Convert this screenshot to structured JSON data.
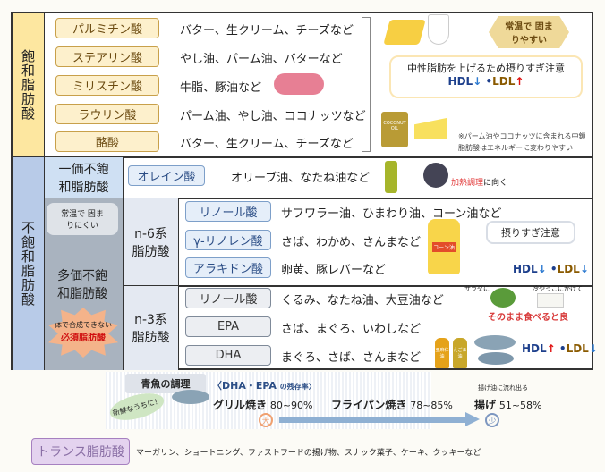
{
  "saturated": {
    "label": "飽和脂肪酸",
    "items": [
      {
        "name": "パルミチン酸",
        "sources": "バター、生クリーム、チーズなど"
      },
      {
        "name": "ステアリン酸",
        "sources": "やし油、パーム油、バターなど"
      },
      {
        "name": "ミリスチン酸",
        "sources": "牛脂、豚油など"
      },
      {
        "name": "ラウリン酸",
        "sources": "パーム油、やし油、ココナッツなど"
      },
      {
        "name": "酪酸",
        "sources": "バター、生クリーム、チーズなど"
      }
    ],
    "badge": "常温で 固まりやすい",
    "warning": "中性脂肪を上げるため摂りすぎ注意",
    "hdl": "HDL",
    "ldl": "LDL",
    "hdl_arrow": "↓",
    "ldl_arrow": "↑",
    "dot": "•",
    "note": "※パーム油やココナッツに含まれる中鎖脂肪酸はエネルギーに変わりやすい",
    "coconut_label": "COCONUT OIL"
  },
  "unsaturated": {
    "label": "不飽和脂肪酸",
    "mono": {
      "label": "一価不飽和脂肪酸",
      "item": "オレイン酸",
      "sources": "オリーブ油、なたね油など",
      "heat_red": "加熱調理",
      "heat_rest": "に向く"
    },
    "poly": {
      "label": "多価不飽和脂肪酸",
      "bubble": "常温で 固まりにくい",
      "essential_top": "体で合成できない",
      "essential": "必須脂肪酸",
      "n6": {
        "label": "n-6系脂肪酸",
        "items": [
          {
            "name": "リノール酸",
            "sources": "サフワラー油、ひまわり油、コーン油など"
          },
          {
            "name": "γ-リノレン酸",
            "sources": "さば、わかめ、さんまなど"
          },
          {
            "name": "アラキドン酸",
            "sources": "卵黄、豚レバーなど"
          }
        ],
        "warning": "摂りすぎ注意",
        "bottle": "コーン油",
        "hdl_arrow": "↓",
        "ldl_arrow": "↓"
      },
      "n3": {
        "label": "n-3系脂肪酸",
        "items": [
          {
            "name": "リノール酸",
            "sources": "くるみ、なたね油、大豆油など"
          },
          {
            "name": "EPA",
            "sources": "さば、まぐろ、いわしなど"
          },
          {
            "name": "DHA",
            "sources": "まぐろ、さば、さんまなど"
          }
        ],
        "salad": "サラダに",
        "tofu": "冷やっこにかけて",
        "raw": "そのまま食べると良",
        "bottle1": "亜麻仁油",
        "bottle2": "えごま油",
        "hdl_arrow": "↑",
        "ldl_arrow": "↓"
      }
    }
  },
  "fish": {
    "title": "青魚の調理",
    "subtitle_a": "〈DHA・EPA",
    "subtitle_b": "の残存率〉",
    "fresh": "新鮮なうちに！",
    "methods": [
      {
        "name": "グリル焼き",
        "value": "80~90%"
      },
      {
        "name": "フライパン焼き",
        "value": "78~85%"
      },
      {
        "name": "揚げ",
        "value": "51~58%"
      }
    ],
    "oil_note": "揚げ油に流れ出る",
    "high": "大",
    "low": "少"
  },
  "trans": {
    "label": "トランス脂肪酸",
    "sources": "マーガリン、ショートニング、ファストフードの揚げ物、スナック菓子、ケーキ、クッキーなど"
  },
  "colors": {
    "saturated": "#fde7a0",
    "mono": "#cfe0f3",
    "poly": "#a9b3bf",
    "unsat": "#b8cbe8"
  }
}
